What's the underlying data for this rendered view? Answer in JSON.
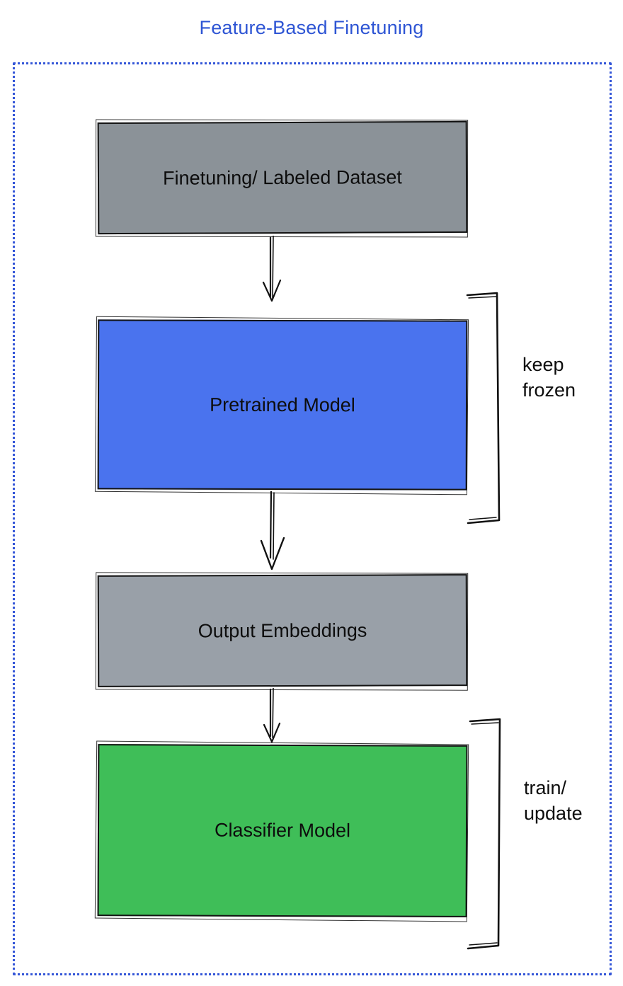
{
  "title": "Feature-Based Finetuning",
  "diagram": {
    "nodes": [
      {
        "id": "finetuning-dataset",
        "label": "Finetuning/ Labeled Dataset",
        "fill": "#8b9298"
      },
      {
        "id": "pretrained-model",
        "label": "Pretrained Model",
        "fill": "#4a73ee"
      },
      {
        "id": "output-embeddings",
        "label": "Output Embeddings",
        "fill": "#99a0a8"
      },
      {
        "id": "classifier-model",
        "label": "Classifier Model",
        "fill": "#3fbe58"
      }
    ],
    "annotations": [
      {
        "id": "keep-frozen",
        "label": "keep frozen",
        "target": "pretrained-model"
      },
      {
        "id": "train-update",
        "label": "train/ update",
        "target": "classifier-model"
      }
    ],
    "colors": {
      "title": "#2e55d4",
      "frame_border": "#3456d8",
      "stroke": "#111111"
    }
  }
}
